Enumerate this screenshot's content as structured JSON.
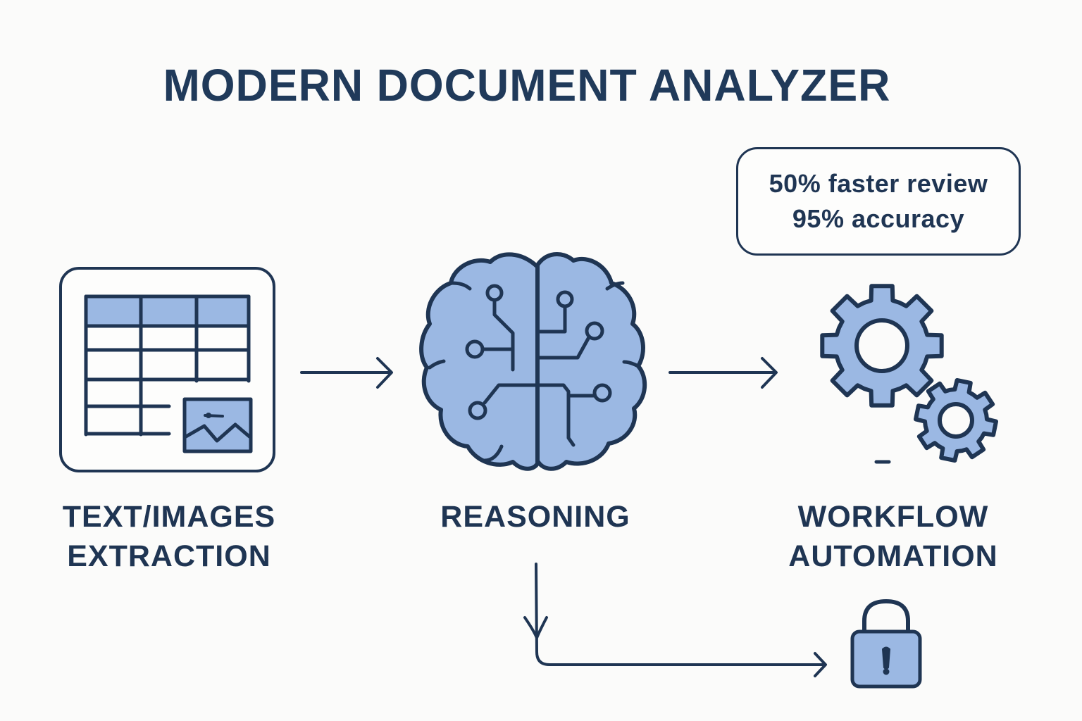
{
  "title": "MODERN DOCUMENT ANALYZER",
  "colors": {
    "stroke": "#1f3553",
    "fill": "#9bb8e3",
    "background": "#fbfbfa"
  },
  "stages": [
    {
      "id": "extraction",
      "icon": "document-table-image-icon",
      "label_lines": [
        "TEXT/IMAGES",
        "EXTRACTION"
      ]
    },
    {
      "id": "reasoning",
      "icon": "brain-circuit-icon",
      "label_lines": [
        "REASONING"
      ]
    },
    {
      "id": "automation",
      "icon": "gears-icon",
      "label_lines": [
        "WORKFLOW",
        "AUTOMATION"
      ]
    }
  ],
  "stats": [
    "50% faster review",
    "95% accuracy"
  ],
  "security": {
    "icon": "padlock-icon"
  }
}
